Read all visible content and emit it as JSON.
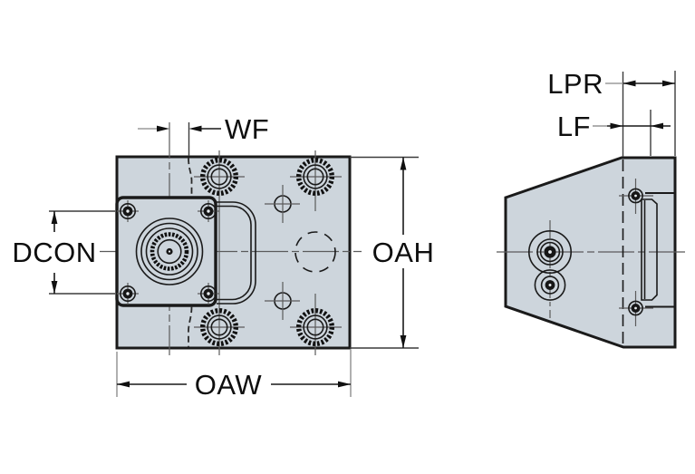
{
  "colors": {
    "background": "#ffffff",
    "part-fill": "#cdd5dc",
    "line": "#1a1a1a"
  },
  "front_view": {
    "labels": {
      "wf": "WF",
      "dcon": "DCON",
      "oah": "OAH",
      "oaw": "OAW"
    }
  },
  "side_view": {
    "labels": {
      "lpr": "LPR",
      "lf": "LF"
    }
  }
}
